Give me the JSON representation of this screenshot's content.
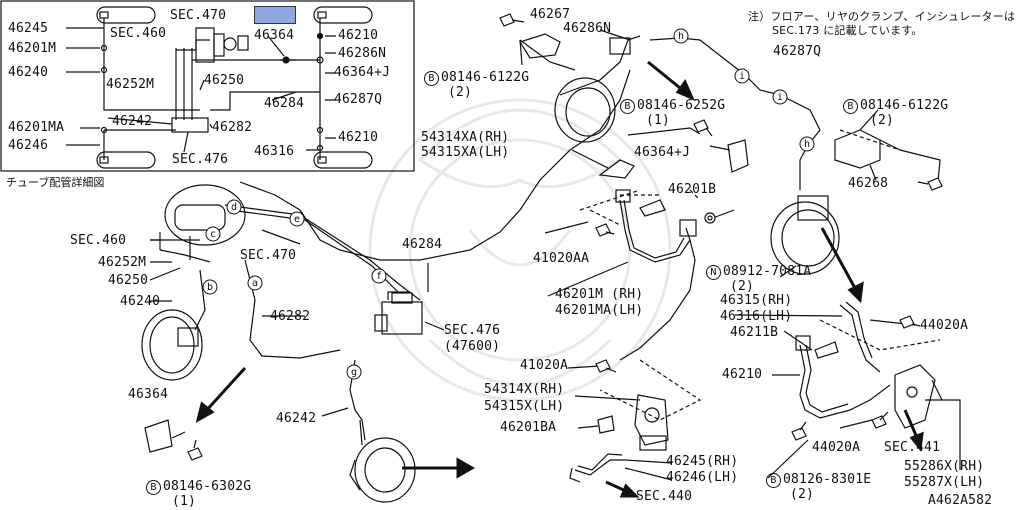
{
  "note": {
    "line1": "注）フロアー、リヤのクランプ、インシュレーターは",
    "line2": "SEC.173 に記載しています。"
  },
  "inset": {
    "caption": "チューブ配管詳細図",
    "labels": {
      "l46245": "46245",
      "l46201M": "46201M",
      "l46240": "46240",
      "lsec470": "SEC.470",
      "lsec460": "SEC.460",
      "l46252M": "46252M",
      "l46250": "46250",
      "l46364": "46364",
      "l46210a": "46210",
      "l46286N": "46286N",
      "l46364J": "46364+J",
      "l46284": "46284",
      "l46287Q": "46287Q",
      "l46201MA": "46201MA",
      "l46242": "46242",
      "l46282": "46282",
      "l46246": "46246",
      "l46210b": "46210",
      "l46316": "46316",
      "lsec476": "SEC.476"
    }
  },
  "main": {
    "labels": {
      "l46267": "46267",
      "l46286N": "46286N",
      "l46287Q": "46287Q",
      "l08146_6122G_left": "08146-6122G",
      "q2a": "(2)",
      "l08146_6252G": "08146-6252G",
      "q1a": "(1)",
      "l08146_6122G_right": "08146-6122G",
      "q2b": "(2)",
      "l54314XA": "54314XA(RH)",
      "l54315XA": "54315XA(LH)",
      "l46364J": "46364+J",
      "l46268": "46268",
      "l46201B": "46201B",
      "lsec460": "SEC.460",
      "l46252M": "46252M",
      "l46250": "46250",
      "lsec470": "SEC.470",
      "l46284": "46284",
      "l41020AA": "41020AA",
      "l08912": "08912-7081A",
      "q2c": "(2)",
      "l46240": "46240",
      "l46201M": "46201M  (RH)",
      "l46201MA": "46201MA(LH)",
      "l46315": "46315(RH)",
      "l46316": "46316(LH)",
      "l44020A_r": "44020A",
      "l46282": "46282",
      "lsec476": "SEC.476",
      "l47600": "(47600)",
      "l46211B": "46211B",
      "l41020A": "41020A",
      "l46364": "46364",
      "l54314X": "54314X(RH)",
      "l54315X": "54315X(LH)",
      "l46210": "46210",
      "l46242": "46242",
      "l46201BA": "46201BA",
      "l44020A_b": "44020A",
      "lsec441": "SEC.441",
      "l46245": "46245(RH)",
      "l46246": "46246(LH)",
      "l55286X": "55286X(RH)",
      "l55287X": "55287X(LH)",
      "l08126": "08126-8301E",
      "q2d": "(2)",
      "l08146_6302G": "08146-6302G",
      "q1b": "(1)",
      "lsec440": "SEC.440",
      "code": "A462A582"
    },
    "circle_letters": {
      "a": "a",
      "b": "b",
      "c": "c",
      "d": "d",
      "e": "e",
      "f": "f",
      "g": "g",
      "h1": "h",
      "h2": "h",
      "i1": "i",
      "i2": "i"
    },
    "bolt_marker": "B",
    "nut_marker": "N"
  },
  "colors": {
    "ink": "#111111",
    "highlight": "#8fa6e0",
    "watermark": "#e6e6e6"
  }
}
